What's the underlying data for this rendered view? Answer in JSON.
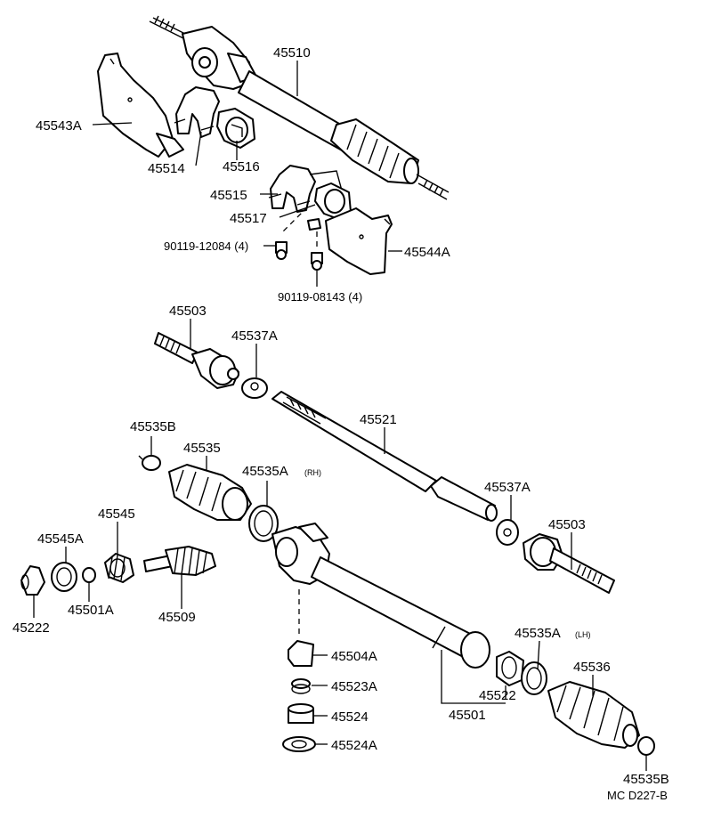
{
  "diagram": {
    "code": "MC  D227-B",
    "labels": {
      "p45510": "45510",
      "p45543A": "45543A",
      "p45514": "45514",
      "p45516": "45516",
      "p45515": "45515",
      "p45517": "45517",
      "p90119_12084": "90119-12084 (4)",
      "p45544A": "45544A",
      "p90119_08143": "90119-08143 (4)",
      "p45503_top": "45503",
      "p45537A_top": "45537A",
      "p45521": "45521",
      "p45535B_top": "45535B",
      "p45535": "45535",
      "p45535A_rh": "45535A",
      "rh_tag": "(RH)",
      "p45537A_right": "45537A",
      "p45503_right": "45503",
      "p45545": "45545",
      "p45545A": "45545A",
      "p45501A": "45501A",
      "p45222": "45222",
      "p45509": "45509",
      "p45504A": "45504A",
      "p45523A": "45523A",
      "p45524": "45524",
      "p45524A": "45524A",
      "p45535A_lh": "45535A",
      "lh_tag": "(LH)",
      "p45536": "45536",
      "p45522": "45522",
      "p45501": "45501",
      "p45535B_bottom": "45535B"
    }
  }
}
